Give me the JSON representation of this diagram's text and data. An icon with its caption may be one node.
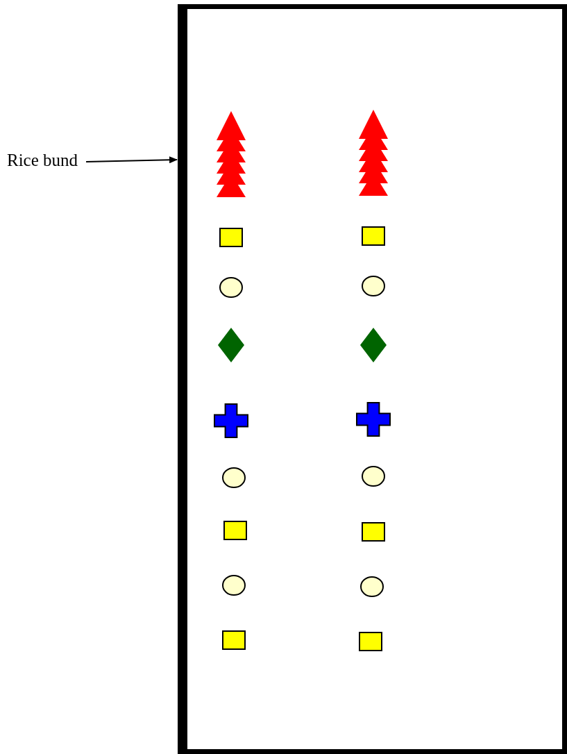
{
  "diagram": {
    "nodes": [
      {
        "text": [
          "Rice bund"
        ]
      },
      {
        "text": [],
        "shape": "box"
      }
    ],
    "edges": [
      {
        "from": 0,
        "to": 1,
        "arrow": "to"
      }
    ]
  }
}
